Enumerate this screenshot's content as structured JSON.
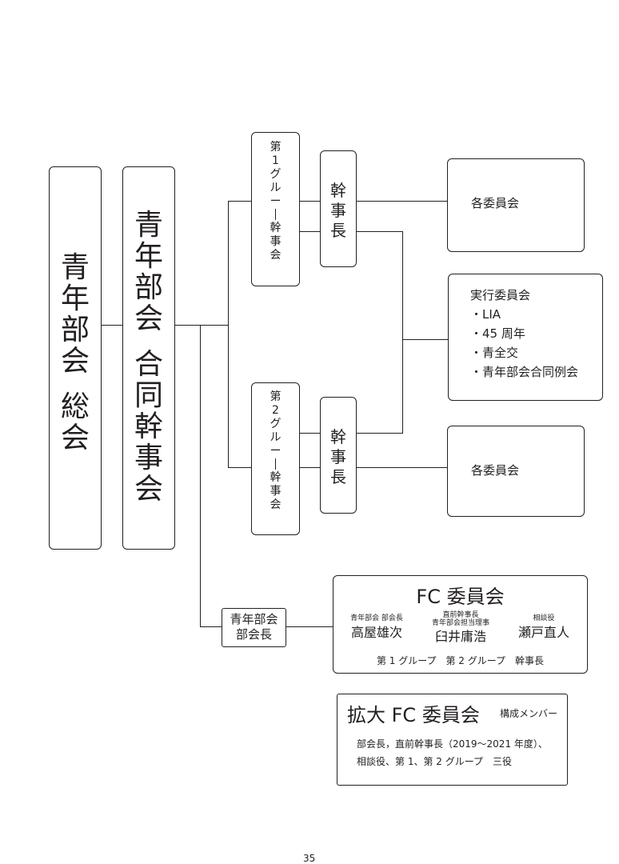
{
  "general_meeting": "青年部会総会",
  "joint_council": "青年部会合同幹事会",
  "group1_council": "第1グループ幹事会",
  "group2_council": "第2グループ幹事会",
  "chief_secretary": "幹事長",
  "committees_top": "各委員会",
  "committees_bottom": "各委員会",
  "executive": {
    "title": "実行委員会",
    "items": [
      "・LIA",
      "・45 周年",
      "・青全交",
      "・青年部会合同例会"
    ]
  },
  "division_head_box": {
    "line1": "青年部会",
    "line2": "部会長"
  },
  "fc_committee": {
    "title": "FC 委員会",
    "members": [
      {
        "role": "青年部会 部会長",
        "role2": "",
        "name": "高屋雄次"
      },
      {
        "role": "直前幹事長",
        "role2": "青年部会担当理事",
        "name": "臼井庸浩"
      },
      {
        "role": "相談役",
        "role2": "",
        "name": "瀬戸直人"
      }
    ],
    "footer": "第 1 グループ　第 2 グループ　幹事長"
  },
  "expanded_fc": {
    "title": "拡大 FC 委員会",
    "subtitle": "構成メンバー",
    "line1": "部会長，直前幹事長（2019～2021 年度）、",
    "line2": "相談役、第 1、第 2 グループ　三役"
  },
  "page_number": "35"
}
